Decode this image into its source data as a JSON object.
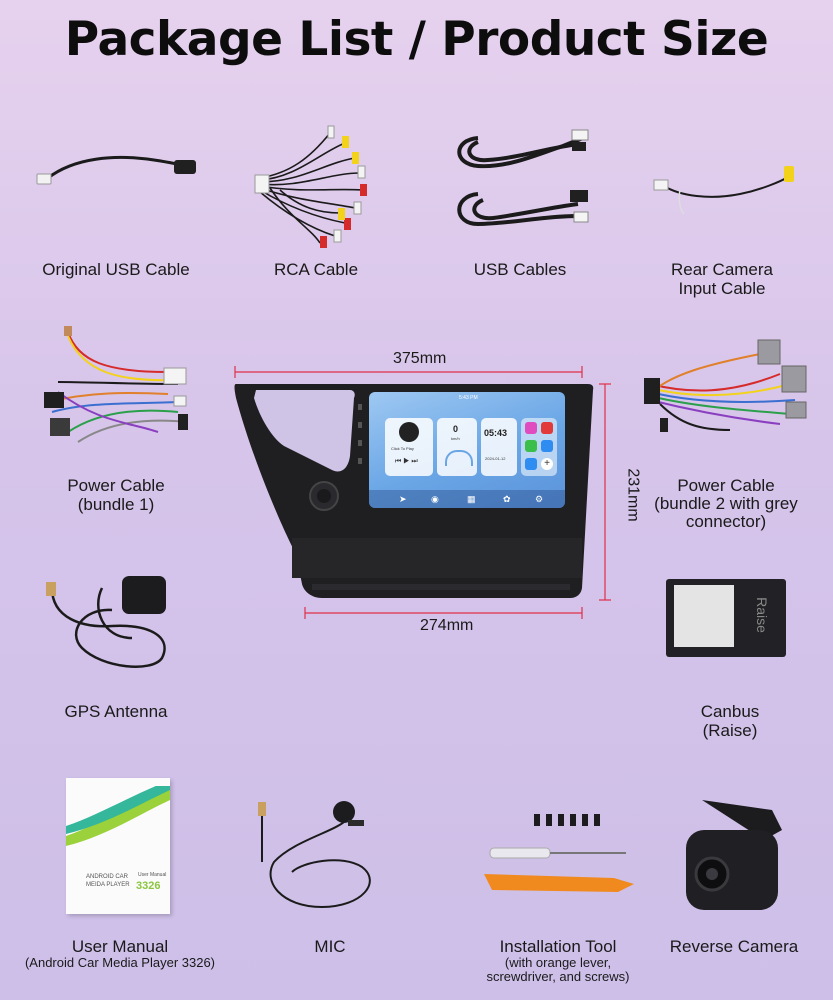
{
  "header": {
    "title": "Package List / Product Size"
  },
  "items": {
    "usb_original": {
      "label": "Original USB Cable"
    },
    "rca": {
      "label": "RCA Cable"
    },
    "usb_cables": {
      "label": "USB Cables"
    },
    "rear_cam": {
      "label_1": "Rear Camera",
      "label_2": "Input Cable"
    },
    "power1": {
      "label_1": "Power Cable",
      "label_2": "(bundle 1)"
    },
    "power2": {
      "label_1": "Power Cable",
      "label_2": "(bundle 2 with grey",
      "label_3": "connector)"
    },
    "gps": {
      "label": "GPS Antenna"
    },
    "canbus": {
      "label_1": "Canbus",
      "label_2": "(Raise)",
      "brand": "Raise"
    },
    "manual": {
      "label": "User Manual",
      "sub": "(Android Car Media Player 3326)",
      "cover_line1": "ANDROID CAR",
      "cover_line2": "MEIDA PLAYER",
      "cover_side": "User Manual",
      "cover_number": "3326"
    },
    "mic": {
      "label": "MIC"
    },
    "tool": {
      "label": "Installation Tool",
      "sub_1": "(with orange lever,",
      "sub_2": "screwdriver, and screws)"
    },
    "reverse_cam": {
      "label": "Reverse Camera"
    }
  },
  "dimensions": {
    "top_width": "375mm",
    "bottom_width": "274mm",
    "height": "231mm"
  },
  "head_unit": {
    "status_time": "5:43 PM",
    "clock": "05:43",
    "speed": "0",
    "speed_unit": "km/h",
    "music_hint": "Click To Play",
    "date": "2024-01-12"
  },
  "colors": {
    "cable": "#1b1b1b",
    "connector": "#f4f4f4",
    "yellow": "#f2d21b",
    "red": "#d62b2b",
    "orange": "#f08a1e",
    "measure": "#e0304a"
  }
}
